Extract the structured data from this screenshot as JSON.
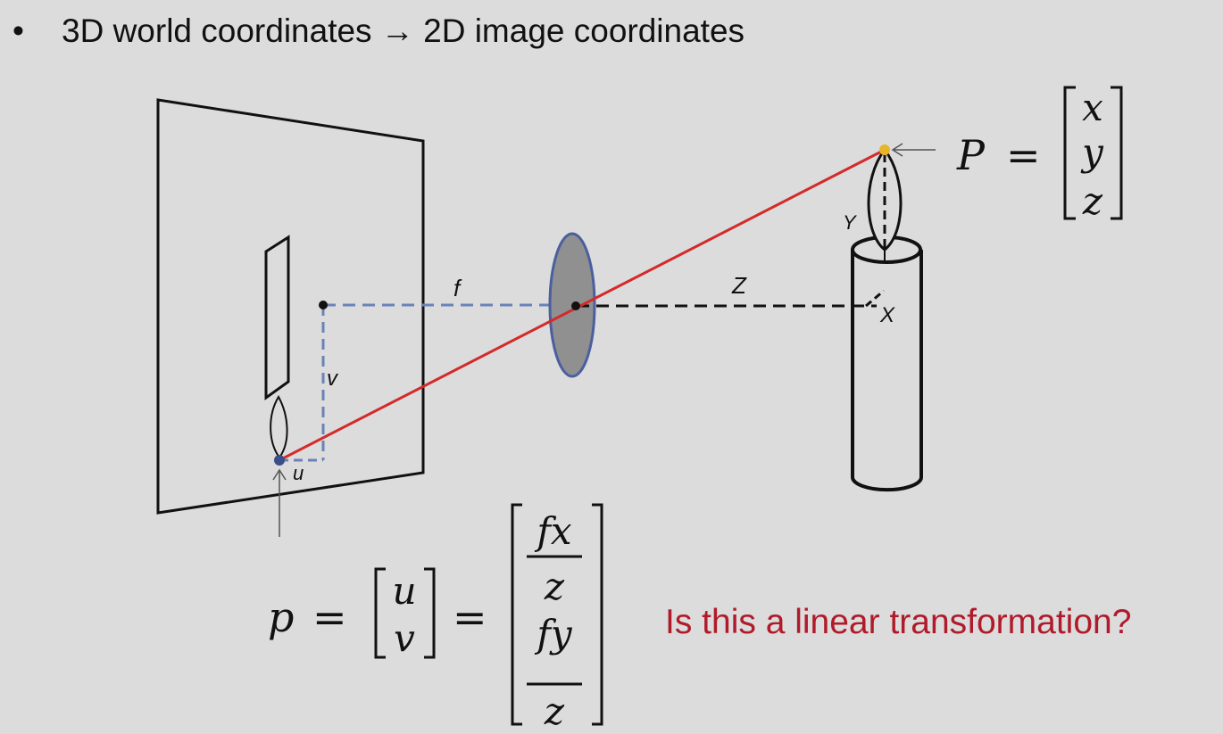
{
  "bullet": {
    "marker": "•",
    "text": "3D world coordinates → 2D image coordinates"
  },
  "diagram": {
    "labels": {
      "f": "f",
      "Z": "Z",
      "Y": "Y",
      "X": "X",
      "v": "v",
      "u": "u"
    },
    "colors": {
      "ray": "#d42a2a",
      "dashed_blue": "#6a82b8",
      "lens_fill": "#909090",
      "lens_stroke": "#4a5f9e",
      "flame_tip": "#e8b52a",
      "pixel_point": "#3a4f8a"
    },
    "world_point_equation": {
      "lhs": "P",
      "eq": "=",
      "entries": [
        "x",
        "y",
        "z"
      ]
    },
    "image_point_equation": {
      "lhs": "p",
      "eq1": "=",
      "vector": [
        "u",
        "v"
      ],
      "eq2": "=",
      "frac1_num": "fx",
      "frac1_den": "z",
      "frac2_num": "fy",
      "frac2_den": "z"
    }
  },
  "question": "Is this a linear transformation?"
}
